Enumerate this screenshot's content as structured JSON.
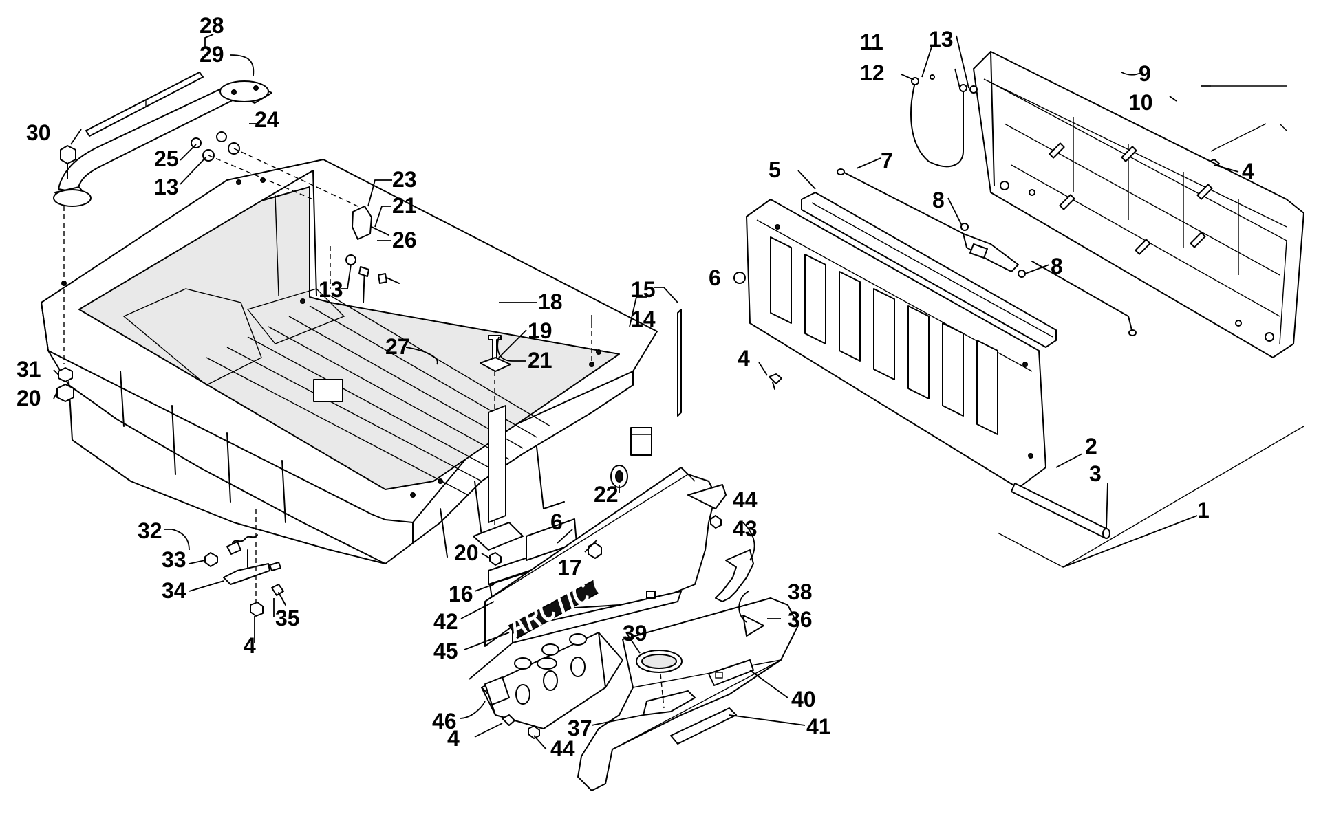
{
  "logo_text": "ARCTIC CAT",
  "callouts": {
    "c1": "1",
    "c2": "2",
    "c3": "3",
    "c4a": "4",
    "c4b": "4",
    "c4c": "4",
    "c4d": "4",
    "c5": "5",
    "c6a": "6",
    "c6b": "6",
    "c7": "7",
    "c8a": "8",
    "c8b": "8",
    "c9": "9",
    "c10": "10",
    "c11": "11",
    "c12": "12",
    "c13a": "13",
    "c13b": "13",
    "c13c": "13",
    "c14": "14",
    "c15": "15",
    "c16": "16",
    "c17": "17",
    "c18": "18",
    "c19": "19",
    "c20a": "20",
    "c20b": "20",
    "c21a": "21",
    "c21b": "21",
    "c22": "22",
    "c23": "23",
    "c24": "24",
    "c25": "25",
    "c26": "26",
    "c27": "27",
    "c28": "28",
    "c29": "29",
    "c30": "30",
    "c31": "31",
    "c32": "32",
    "c33": "33",
    "c34": "34",
    "c35": "35",
    "c36": "36",
    "c37": "37",
    "c38": "38",
    "c39": "39",
    "c40": "40",
    "c41": "41",
    "c42": "42",
    "c43": "43",
    "c44a": "44",
    "c44b": "44",
    "c45": "45",
    "c46": "46"
  }
}
